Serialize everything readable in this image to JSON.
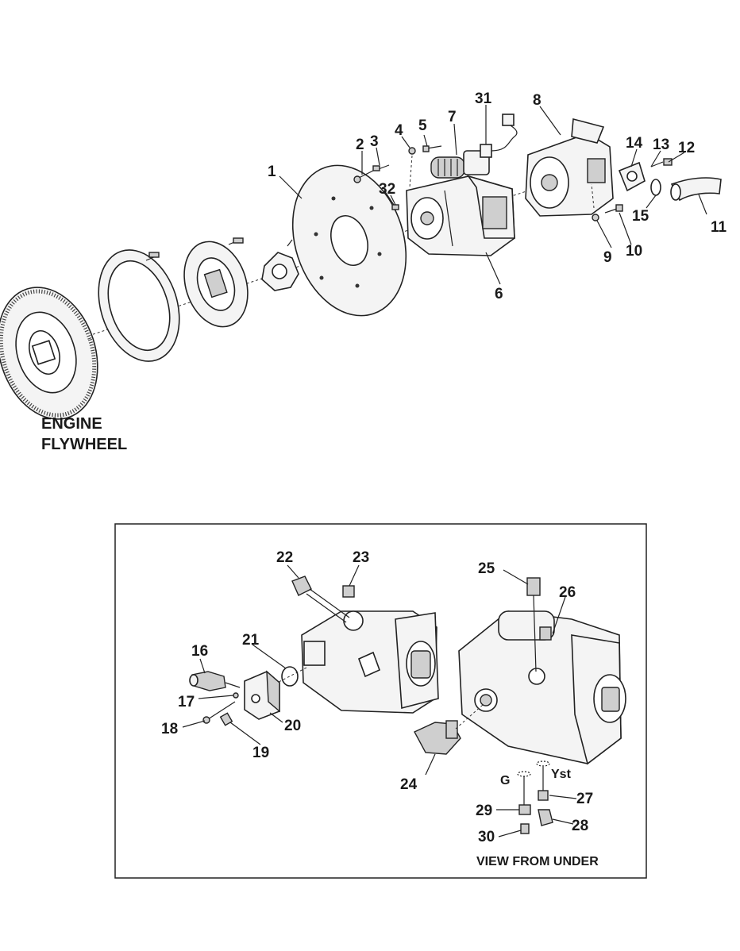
{
  "diagram": {
    "engine_label": [
      "ENGINE",
      "FLYWHEEL"
    ],
    "view_from_under_label": "VIEW FROM UNDER",
    "port_labels": {
      "g": "G",
      "yst": "Yst"
    },
    "callouts": {
      "c1": "1",
      "c2": "2",
      "c3": "3",
      "c4": "4",
      "c5": "5",
      "c6": "6",
      "c7": "7",
      "c8": "8",
      "c9": "9",
      "c10": "10",
      "c11": "11",
      "c12": "12",
      "c13": "13",
      "c14": "14",
      "c15": "15",
      "c16": "16",
      "c17": "17",
      "c18": "18",
      "c19": "19",
      "c20": "20",
      "c21": "21",
      "c22": "22",
      "c23": "23",
      "c24": "24",
      "c25": "25",
      "c26": "26",
      "c27": "27",
      "c28": "28",
      "c29": "29",
      "c30": "30",
      "c31": "31",
      "c32": "32"
    }
  }
}
